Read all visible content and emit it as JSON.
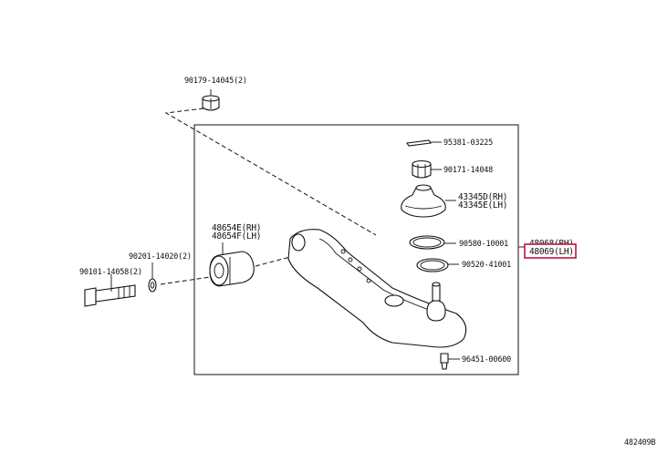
{
  "parts": {
    "p_90179": "90179-14045(2)",
    "p_95381": "95381-03225",
    "p_90171": "90171-14048",
    "p_43345d": "43345D(RH)",
    "p_43345e": "43345E(LH)",
    "p_48654e": "48654E(RH)",
    "p_48654f": "48654F(LH)",
    "p_48068": "48068(RH)",
    "p_48069": "48069(LH)",
    "p_90580": "90580-10001",
    "p_90201": "90201-14020(2)",
    "p_90101": "90101-14058(2)",
    "p_90520": "90520-41001",
    "p_96451": "96451-00600"
  },
  "figure_id": "482409B",
  "highlight_color": "#c0143c"
}
